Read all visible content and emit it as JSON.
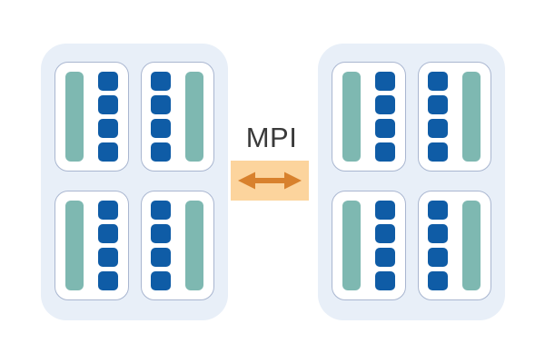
{
  "diagram": {
    "type": "hpc-mpi-internode-communication",
    "mpi_label": "MPI",
    "mpi_arrow_icon": "double-headed-horizontal-arrow",
    "colors": {
      "node_background": "#E8EFF8",
      "card_background": "#FFFFFF",
      "card_border": "#A9B6D0",
      "core_blue": "#0F5CA6",
      "bar_teal": "#7EB8B1",
      "mpi_box_background": "#FCD49D",
      "mpi_arrow": "#D8812D",
      "mpi_label_color": "#3A3A3A"
    },
    "nodes": [
      {
        "id": "node-left",
        "cards": [
          {
            "bar_side": "left",
            "cores": 4
          },
          {
            "bar_side": "right",
            "cores": 4
          },
          {
            "bar_side": "left",
            "cores": 4
          },
          {
            "bar_side": "right",
            "cores": 4
          }
        ]
      },
      {
        "id": "node-right",
        "cards": [
          {
            "bar_side": "left",
            "cores": 4
          },
          {
            "bar_side": "right",
            "cores": 4
          },
          {
            "bar_side": "left",
            "cores": 4
          },
          {
            "bar_side": "right",
            "cores": 4
          }
        ]
      }
    ]
  }
}
